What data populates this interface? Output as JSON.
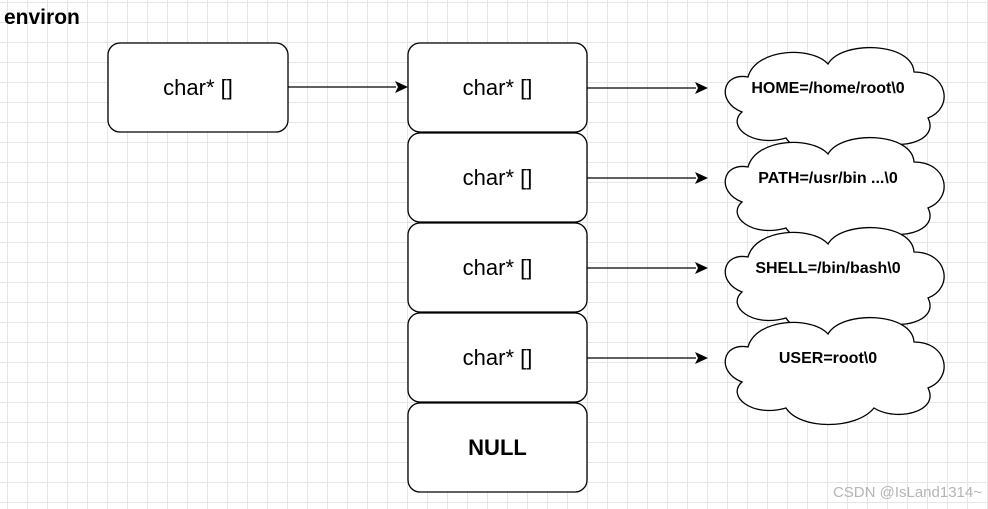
{
  "title": "environ",
  "source_box": {
    "label": "char* []"
  },
  "array_cells": [
    {
      "label": "char* []"
    },
    {
      "label": "char* []"
    },
    {
      "label": "char* []"
    },
    {
      "label": "char* []"
    },
    {
      "label": "NULL"
    }
  ],
  "env_strings": [
    {
      "label": "HOME=/home/root\\0"
    },
    {
      "label": "PATH=/usr/bin ...\\0"
    },
    {
      "label": "SHELL=/bin/bash\\0"
    },
    {
      "label": "USER=root\\0"
    }
  ],
  "watermark": "CSDN @IsLand1314~",
  "colors": {
    "stroke": "#000000",
    "fill": "#ffffff",
    "grid": "#e6e6e6",
    "watermark": "#b5b5b5"
  }
}
